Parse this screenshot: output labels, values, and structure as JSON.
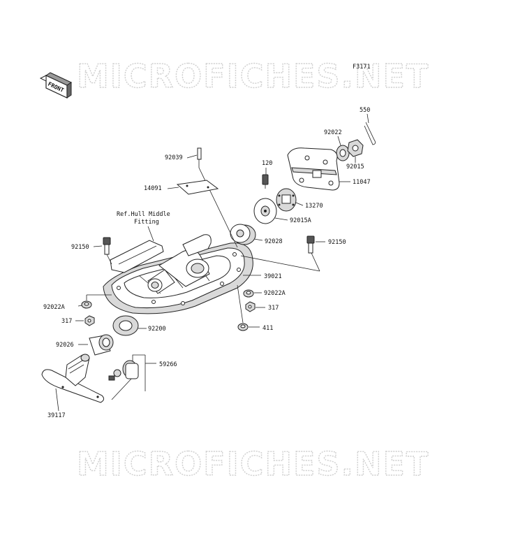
{
  "watermark": "MICROFICHES.NET",
  "figure_code": "F3171",
  "front_badge": "FRONT",
  "reference_note": [
    "Ref.Hull Middle",
    "Fitting"
  ],
  "parts": {
    "p550": "550",
    "p92022": "92022",
    "p92015": "92015",
    "p11047": "11047",
    "p120": "120",
    "p13270": "13270",
    "p92039": "92039",
    "p14091": "14091",
    "p92015A": "92015A",
    "p92028": "92028",
    "p92150_right": "92150",
    "p92150_left": "92150",
    "p39021": "39021",
    "p92022A_right": "92022A",
    "p92022A_left": "92022A",
    "p317_right": "317",
    "p317_left": "317",
    "p411": "411",
    "p92200": "92200",
    "p92026": "92026",
    "p59266": "59266",
    "p39117": "39117"
  }
}
